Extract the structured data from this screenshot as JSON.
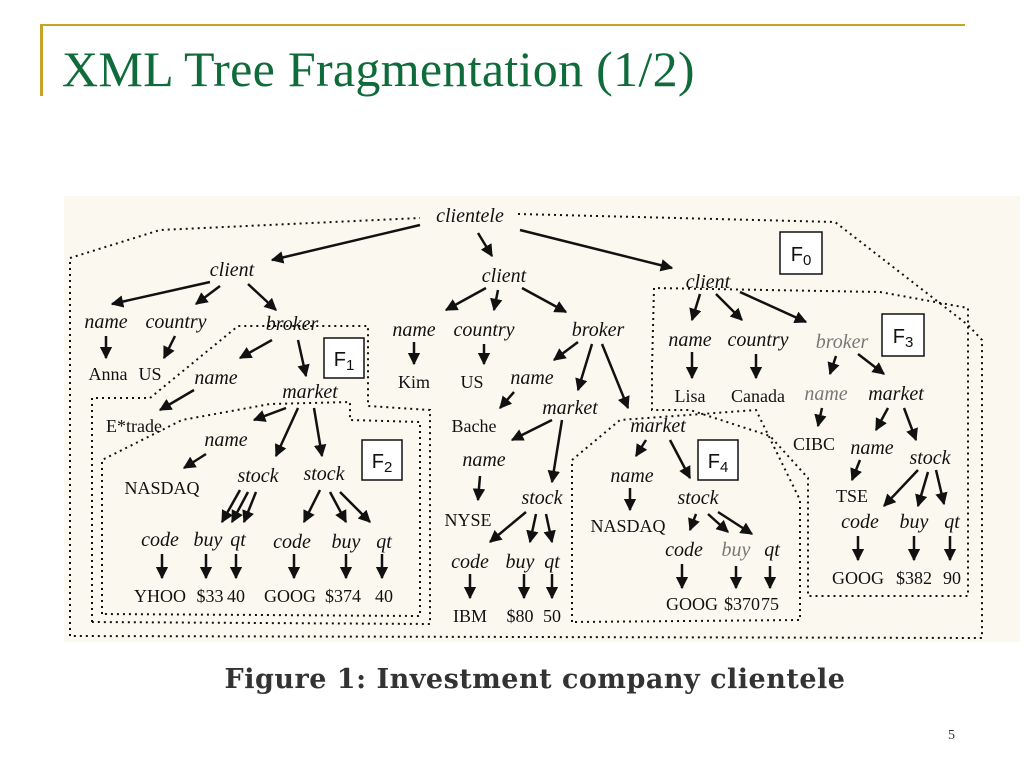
{
  "slide": {
    "title": "XML Tree Fragmentation (1/2)",
    "caption": "Figure 1: Investment company clientele",
    "page_number": "5"
  },
  "tree": {
    "root": "clientele",
    "fragments": [
      "F0",
      "F1",
      "F2",
      "F3",
      "F4"
    ],
    "clients": [
      {
        "tag": "client",
        "name_tag": "name",
        "name_value": "Anna",
        "country_tag": "country",
        "country_value": "US",
        "broker": {
          "tag": "broker",
          "name_tag": "name",
          "name_value": "E*trade",
          "market": {
            "tag": "market",
            "name_tag": "name",
            "name_value": "NASDAQ",
            "stocks": [
              {
                "tag": "stock",
                "code_tag": "code",
                "code": "YHOO",
                "buy_tag": "buy",
                "buy": "$33",
                "qt_tag": "qt",
                "qt": "40"
              },
              {
                "tag": "stock",
                "code_tag": "code",
                "code": "GOOG",
                "buy_tag": "buy",
                "buy": "$374",
                "qt_tag": "qt",
                "qt": "40"
              }
            ]
          }
        }
      },
      {
        "tag": "client",
        "name_tag": "name",
        "name_value": "Kim",
        "country_tag": "country",
        "country_value": "US",
        "broker": {
          "tag": "broker",
          "name_tag": "name",
          "name_value": "Bache",
          "markets": [
            {
              "tag": "market",
              "name_tag": "name",
              "name_value": "NYSE",
              "stocks": [
                {
                  "tag": "stock",
                  "code_tag": "code",
                  "code": "IBM",
                  "buy_tag": "buy",
                  "buy": "$80",
                  "qt_tag": "qt",
                  "qt": "50"
                }
              ]
            },
            {
              "tag": "market",
              "name_tag": "name",
              "name_value": "NASDAQ",
              "stocks": [
                {
                  "tag": "stock",
                  "code_tag": "code",
                  "code": "GOOG",
                  "buy_tag": "buy",
                  "buy": "$370",
                  "qt_tag": "qt",
                  "qt": "75"
                }
              ]
            }
          ]
        }
      },
      {
        "tag": "client",
        "name_tag": "name",
        "name_value": "Lisa",
        "country_tag": "country",
        "country_value": "Canada",
        "broker": {
          "tag": "broker",
          "name_tag": "name",
          "name_value": "CIBC",
          "market": {
            "tag": "market",
            "name_tag": "name",
            "name_value": "TSE",
            "stocks": [
              {
                "tag": "stock",
                "code_tag": "code",
                "code": "GOOG",
                "buy_tag": "buy",
                "buy": "$382",
                "qt_tag": "qt",
                "qt": "90"
              }
            ]
          }
        }
      }
    ]
  }
}
